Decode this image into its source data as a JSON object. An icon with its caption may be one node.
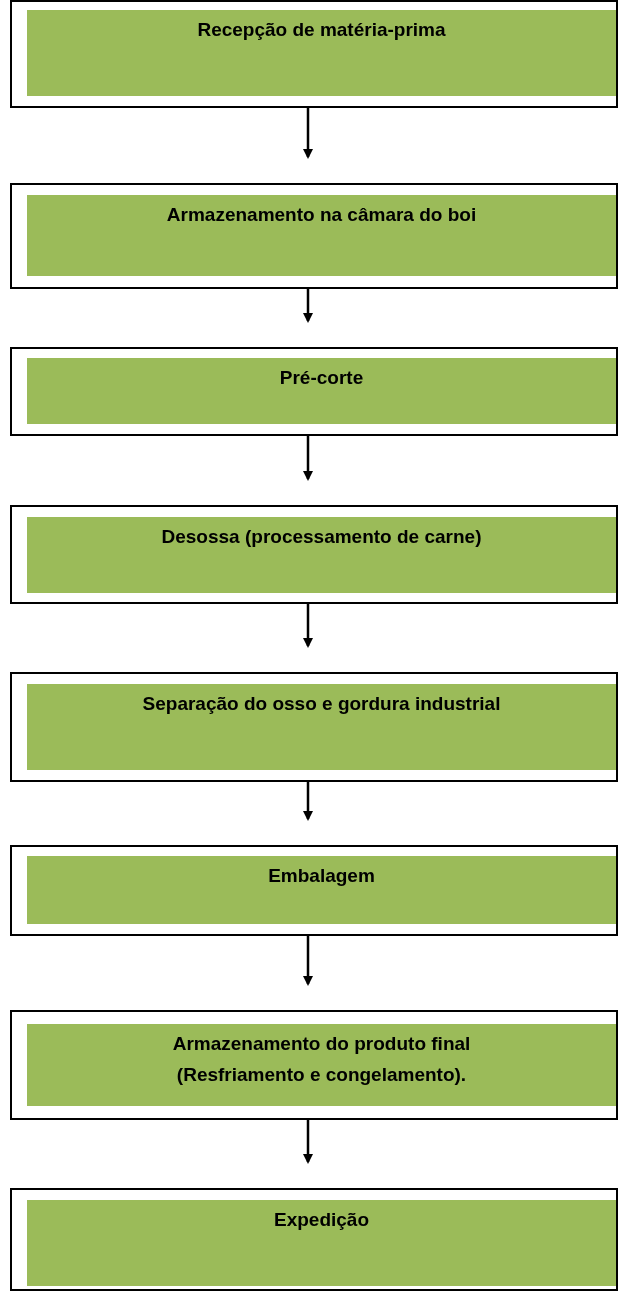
{
  "diagram": {
    "nodes": [
      {
        "text": [],
        "shape": "box"
      },
      {
        "text": [
          "Recepção de matéria-prima"
        ],
        "in": 0
      },
      {
        "text": [],
        "shape": "box"
      },
      {
        "text": [
          "Armazenamento na câmara do boi"
        ],
        "in": 2
      },
      {
        "text": [],
        "shape": "box"
      },
      {
        "text": [
          "Pré-corte"
        ],
        "in": 4
      },
      {
        "text": [],
        "shape": "box"
      },
      {
        "text": [
          "Desossa (processamento de carne)"
        ],
        "in": 6
      },
      {
        "text": [],
        "shape": "box"
      },
      {
        "text": [
          "Separação do osso e gordura industrial"
        ],
        "in": 8
      },
      {
        "text": [],
        "shape": "box"
      },
      {
        "text": [
          "Embalagem"
        ],
        "in": 10
      },
      {
        "text": [],
        "shape": "box"
      },
      {
        "text": [
          "Armazenamento do produto final (Resfriamento e congelamento)."
        ],
        "in": 12
      },
      {
        "text": [],
        "shape": "box"
      },
      {
        "text": [
          "Expedição"
        ],
        "in": 14
      }
    ],
    "edges": [
      {
        "from": 0,
        "to": 2,
        "arrow": "to"
      },
      {
        "from": 2,
        "to": 4,
        "arrow": "to"
      },
      {
        "from": 4,
        "to": 6,
        "arrow": "to"
      },
      {
        "from": 6,
        "to": 8,
        "arrow": "to"
      },
      {
        "from": 8,
        "to": 10,
        "arrow": "to"
      },
      {
        "from": 10,
        "to": 12,
        "arrow": "to"
      },
      {
        "from": 12,
        "to": 14,
        "arrow": "to"
      }
    ]
  }
}
